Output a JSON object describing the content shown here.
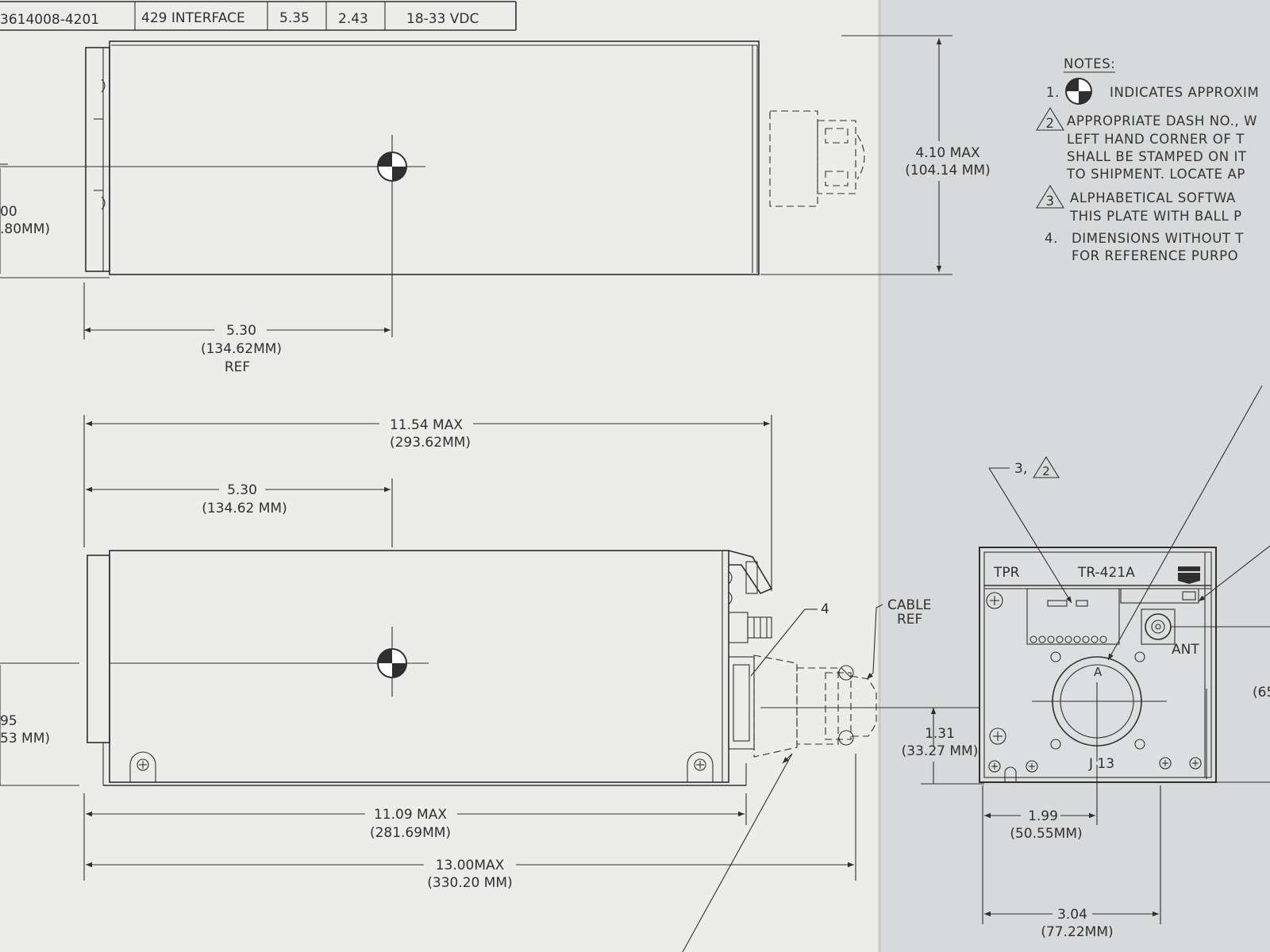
{
  "table": {
    "part_number": "3614008-4201",
    "interface": "429 INTERFACE",
    "value_1": "5.35",
    "value_2": "2.43",
    "voltage": "18-33 VDC"
  },
  "dimensions": {
    "height_in": "4.10 MAX",
    "height_mm": "(104.14 MM)",
    "partial_top_in": "00",
    "partial_top_mm": ".80MM)",
    "cg_top_in": "5.30",
    "cg_top_mm": "(134.62MM)",
    "ref_label": "REF",
    "length_max_in": "11.54 MAX",
    "length_max_mm": "(293.62MM)",
    "cg_side_in": "5.30",
    "cg_side_mm": "(134.62 MM)",
    "partial_side_in": "95",
    "partial_side_mm": "53 MM)",
    "body_length_in": "11.09 MAX",
    "body_length_mm": "(281.69MM)",
    "overall_in": "13.00MAX",
    "overall_mm": "(330.20 MM)",
    "conn_height_in": "1.31",
    "conn_height_mm": "(33.27 MM)",
    "conn_offset_in": "1.99",
    "conn_offset_mm": "(50.55MM)",
    "panel_width_in": "3.04",
    "panel_width_mm": "(77.22MM)",
    "partial_right": "(65"
  },
  "callouts": {
    "note_4": "4",
    "cable": "CABLE",
    "ref": "REF",
    "note_3_2": "3,",
    "note_3_tri": "2"
  },
  "notes": {
    "title": "NOTES:",
    "note_1_number": "1.",
    "note_1": "INDICATES APPROXIM",
    "note_2_number": "2",
    "note_2_lines": [
      "APPROPRIATE DASH NO., W",
      "LEFT HAND CORNER OF T",
      "SHALL BE STAMPED ON IT",
      "TO SHIPMENT. LOCATE AP"
    ],
    "note_3_number": "3",
    "note_3_lines": [
      "ALPHABETICAL SOFTWA",
      "THIS PLATE WITH BALL P"
    ],
    "note_4_number": "4.",
    "note_4_lines": [
      "DIMENSIONS WITHOUT T",
      "FOR REFERENCE PURPO"
    ]
  },
  "front_panel": {
    "left_label": "TPR",
    "model": "TR-421A",
    "ant_label": "ANT",
    "key": "A",
    "connector": "J 13"
  }
}
